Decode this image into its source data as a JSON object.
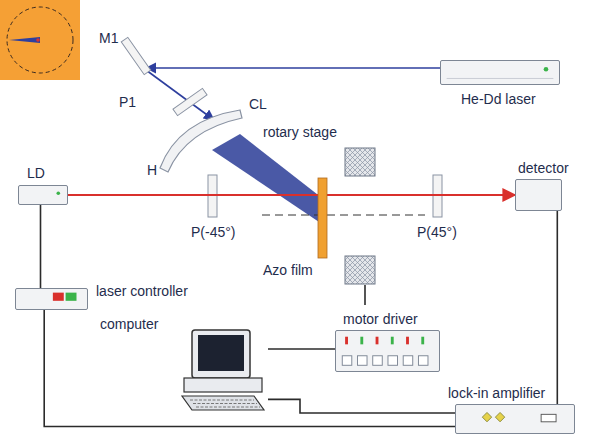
{
  "diagram": {
    "nodes": [
      {
        "text": [
          "He-Dd laser"
        ]
      },
      {
        "text": [
          "LD"
        ]
      },
      {
        "text": [
          "detector"
        ]
      },
      {
        "text": [
          "laser controller"
        ]
      },
      {
        "text": [
          "computer"
        ]
      },
      {
        "text": [
          "motor driver"
        ]
      },
      {
        "text": [
          "lock-in amplifier"
        ]
      }
    ],
    "edges": [
      {
        "from": 1,
        "to": 2,
        "arrow": "to"
      },
      {
        "from": 1,
        "to": 3,
        "arrow": "none"
      },
      {
        "from": 3,
        "to": 6,
        "arrow": "none"
      },
      {
        "from": 4,
        "to": 5,
        "arrow": "none"
      },
      {
        "from": 4,
        "to": 6,
        "arrow": "none"
      },
      {
        "from": 2,
        "to": 6,
        "arrow": "none"
      }
    ],
    "labels": [
      "M1",
      "P1",
      "CL",
      "H",
      "rotary stage",
      "Azo film",
      "P(-45°)",
      "P(45°)"
    ]
  }
}
